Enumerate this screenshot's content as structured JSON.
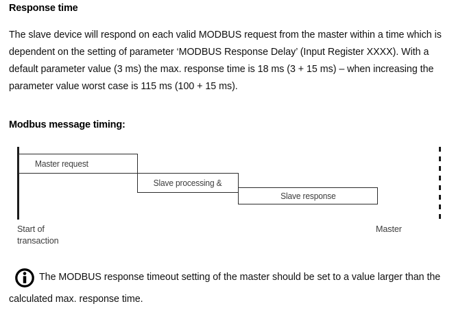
{
  "document": {
    "heading_response_time": "Response time",
    "paragraph_response": "The slave device will respond on each valid MODBUS request from the master within a time which is dependent on the setting of parameter ‘MODBUS Response Delay’ (Input Register XXXX). With a default parameter value (3 ms) the max. response time is 18 ms (3 + 15 ms) – when increasing the parameter value worst case is 115 ms (100 + 15 ms).",
    "heading_modbus_timing": "Modbus message timing:"
  },
  "timing_diagram": {
    "boxes": [
      {
        "id": "master-request",
        "label": "Master request"
      },
      {
        "id": "slave-processing",
        "label": "Slave processing &"
      },
      {
        "id": "slave-response",
        "label": "Slave response"
      }
    ],
    "labels": {
      "start_line1": "Start of",
      "start_line2": "transaction",
      "master": "Master"
    },
    "colors": {
      "box_border": "#2b2b2b",
      "axis_line": "#1a1a1a",
      "box_text": "#3c3c3c"
    }
  },
  "note": {
    "icon": "info-icon",
    "text": "The MODBUS response timeout setting of the master should be set to a value larger than the calculated max. response time."
  }
}
